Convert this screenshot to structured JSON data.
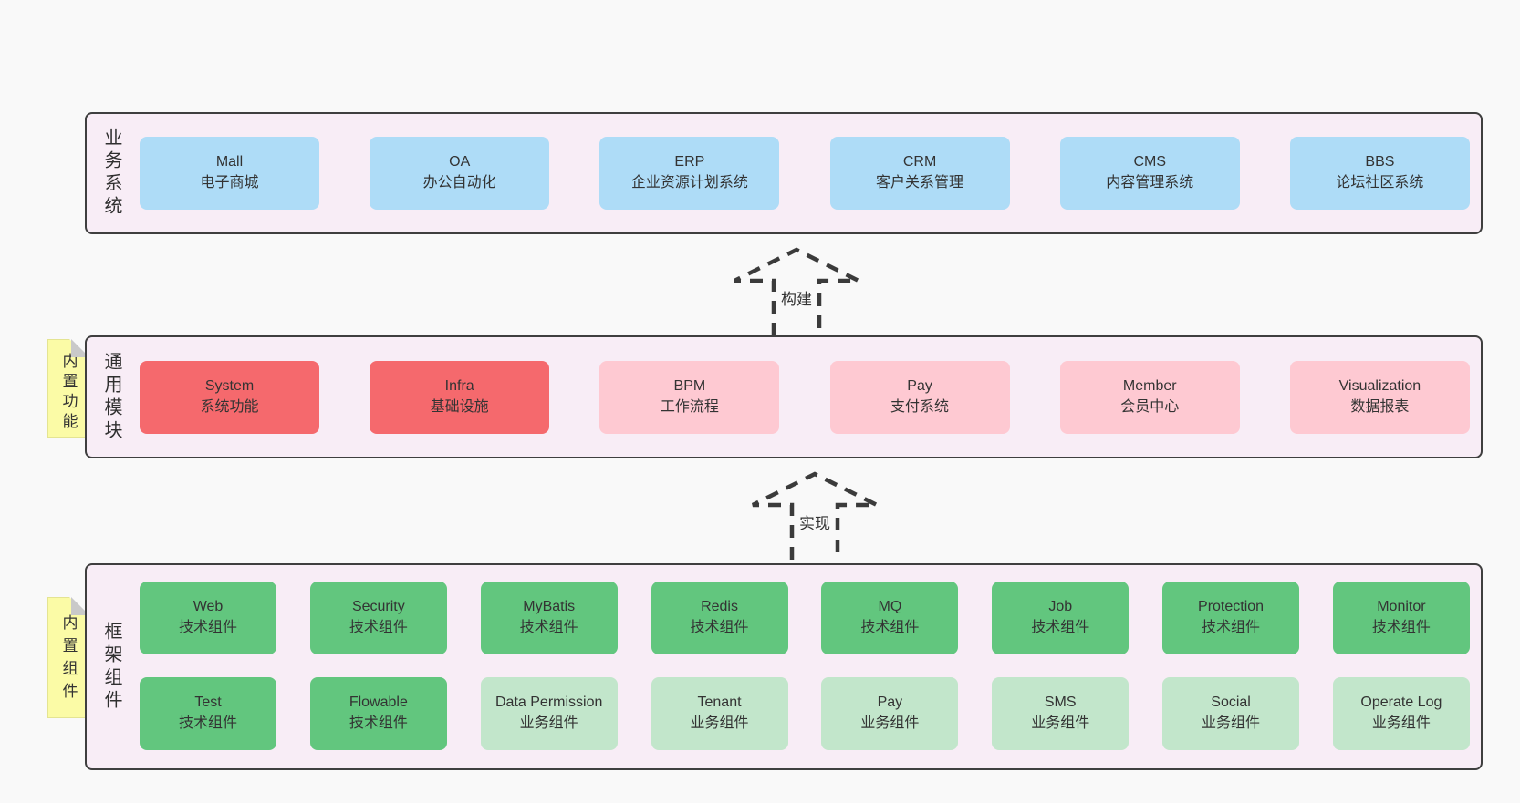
{
  "colors": {
    "canvas_bg": "#f9f9f9",
    "section_bg": "#f8edf6",
    "section_border": "#3f3f3f",
    "business_box_blue": "#aedcf7",
    "module_core_box_red": "#f5696d",
    "module_box_pink": "#fec9d2",
    "tech_component_box_green": "#62c67e",
    "biz_component_box_light_green": "#c2e6cb",
    "sticky_note_yellow": "#fbfba6",
    "text": "#333333"
  },
  "sections": {
    "business": {
      "label": "业务系统",
      "boxes": [
        {
          "en": "Mall",
          "zh": "电子商城"
        },
        {
          "en": "OA",
          "zh": "办公自动化"
        },
        {
          "en": "ERP",
          "zh": "企业资源计划系统"
        },
        {
          "en": "CRM",
          "zh": "客户关系管理"
        },
        {
          "en": "CMS",
          "zh": "内容管理系统"
        },
        {
          "en": "BBS",
          "zh": "论坛社区系统"
        }
      ]
    },
    "modules": {
      "label": "通用模块",
      "tag": "内置功能",
      "boxes": [
        {
          "en": "System",
          "zh": "系统功能"
        },
        {
          "en": "Infra",
          "zh": "基础设施"
        },
        {
          "en": "BPM",
          "zh": "工作流程"
        },
        {
          "en": "Pay",
          "zh": "支付系统"
        },
        {
          "en": "Member",
          "zh": "会员中心"
        },
        {
          "en": "Visualization",
          "zh": "数据报表"
        }
      ]
    },
    "components": {
      "label": "框架组件",
      "tag": "内置组件",
      "row1": [
        {
          "en": "Web",
          "zh": "技术组件"
        },
        {
          "en": "Security",
          "zh": "技术组件"
        },
        {
          "en": "MyBatis",
          "zh": "技术组件"
        },
        {
          "en": "Redis",
          "zh": "技术组件"
        },
        {
          "en": "MQ",
          "zh": "技术组件"
        },
        {
          "en": "Job",
          "zh": "技术组件"
        },
        {
          "en": "Protection",
          "zh": "技术组件"
        },
        {
          "en": "Monitor",
          "zh": "技术组件"
        }
      ],
      "row2": [
        {
          "en": "Test",
          "zh": "技术组件"
        },
        {
          "en": "Flowable",
          "zh": "技术组件"
        },
        {
          "en": "Data Permission",
          "zh": "业务组件"
        },
        {
          "en": "Tenant",
          "zh": "业务组件"
        },
        {
          "en": "Pay",
          "zh": "业务组件"
        },
        {
          "en": "SMS",
          "zh": "业务组件"
        },
        {
          "en": "Social",
          "zh": "业务组件"
        },
        {
          "en": "Operate Log",
          "zh": "业务组件"
        }
      ]
    }
  },
  "arrows": [
    {
      "label": "构建"
    },
    {
      "label": "实现"
    }
  ]
}
